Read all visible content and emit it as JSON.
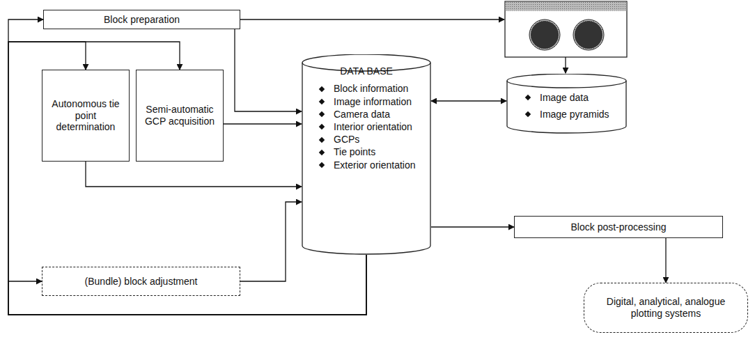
{
  "diagram": {
    "nodes": [
      {
        "text": [
          "Block preparation"
        ]
      },
      {
        "text": [
          "Autonomous tie point determination"
        ]
      },
      {
        "text": [
          "Semi-automatic GCP acquisition"
        ]
      },
      {
        "text": [
          "DATA BASE",
          "Block information",
          "Image information",
          "Camera data",
          "Interior orientation",
          "GCPs",
          "Tie points",
          "Exterior orientation"
        ]
      },
      {
        "text": [
          "Image data",
          "Image pyramids"
        ]
      },
      {
        "text": [
          "Block post-processing"
        ]
      },
      {
        "text": [
          "(Bundle) block adjustment"
        ]
      },
      {
        "text": [
          "Digital, analytical, analogue plotting systems"
        ]
      }
    ],
    "edges": [
      {
        "from": 0,
        "to": 3,
        "arrow": "to"
      },
      {
        "from": 1,
        "to": 3,
        "arrow": "to"
      },
      {
        "from": 2,
        "to": 3,
        "arrow": "to"
      },
      {
        "from": 6,
        "to": 3,
        "arrow": "to"
      },
      {
        "from": 3,
        "to": 4,
        "arrow": "both"
      },
      {
        "from": 3,
        "to": 5,
        "arrow": "to"
      },
      {
        "from": 5,
        "to": 7,
        "arrow": "to"
      },
      {
        "from": 3,
        "to": 0,
        "arrow": "to"
      },
      {
        "from": 3,
        "to": 1,
        "arrow": "to"
      },
      {
        "from": 3,
        "to": 2,
        "arrow": "to"
      },
      {
        "from": 3,
        "to": 6,
        "arrow": "to"
      }
    ]
  }
}
